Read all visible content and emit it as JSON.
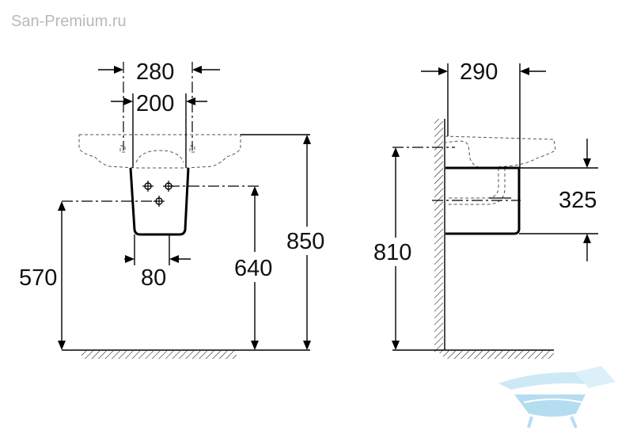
{
  "watermark": "San-Premium.ru",
  "front_view": {
    "width_outer": "280",
    "width_inner": "200",
    "pedestal_width": "80",
    "drain_height": "570",
    "supply_height": "640",
    "rim_height": "850"
  },
  "side_view": {
    "projection": "290",
    "pedestal_height": "325",
    "drain_height": "810"
  },
  "colors": {
    "line": "#000000",
    "watermark_text": "#b9b9b9",
    "logo": "#a9d8ee"
  },
  "logo_icon": "bathtub-logo-icon"
}
